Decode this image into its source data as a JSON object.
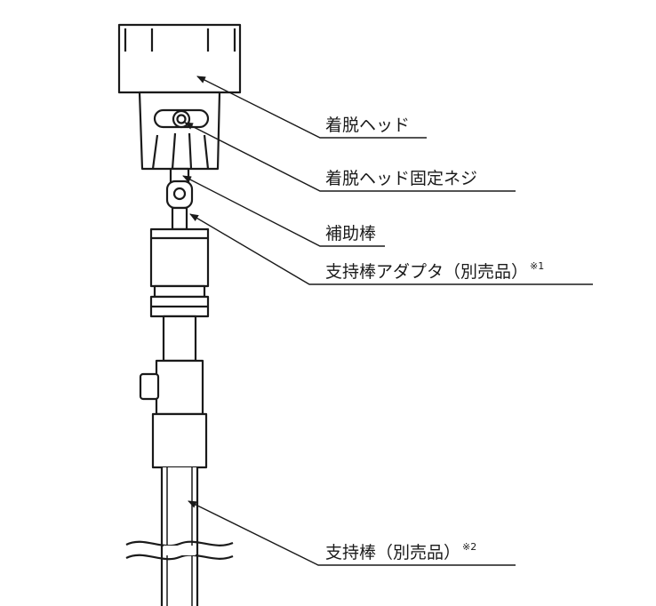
{
  "callouts": [
    {
      "id": "head",
      "text": "着脱ヘッド",
      "note": ""
    },
    {
      "id": "head-screw",
      "text": "着脱ヘッド固定ネジ",
      "note": ""
    },
    {
      "id": "aux-rod",
      "text": "補助棒",
      "note": ""
    },
    {
      "id": "adapter",
      "text": "支持棒アダプタ（別売品）",
      "note": "※1"
    },
    {
      "id": "support-rod",
      "text": "支持棒（別売品）",
      "note": "※2"
    }
  ],
  "colors": {
    "line": "#1a1a1a",
    "fill": "#ffffff",
    "text": "#1a1a1a"
  }
}
